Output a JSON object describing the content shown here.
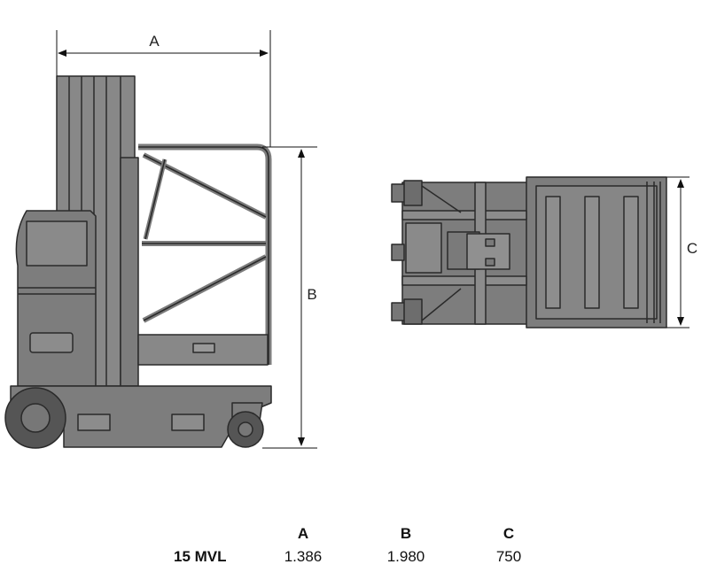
{
  "diagram": {
    "dimension_labels": {
      "a": "A",
      "b": "B",
      "c": "C"
    }
  },
  "spec_table": {
    "headers": [
      "A",
      "B",
      "C"
    ],
    "rows": [
      {
        "model": "15 MVL",
        "values": [
          "1.386",
          "1.980",
          "750"
        ]
      }
    ]
  },
  "colors": {
    "body": "#7d7d7d",
    "body_light": "#8c8c8c",
    "outline": "#2a2a2a",
    "wheel": "#555555"
  }
}
